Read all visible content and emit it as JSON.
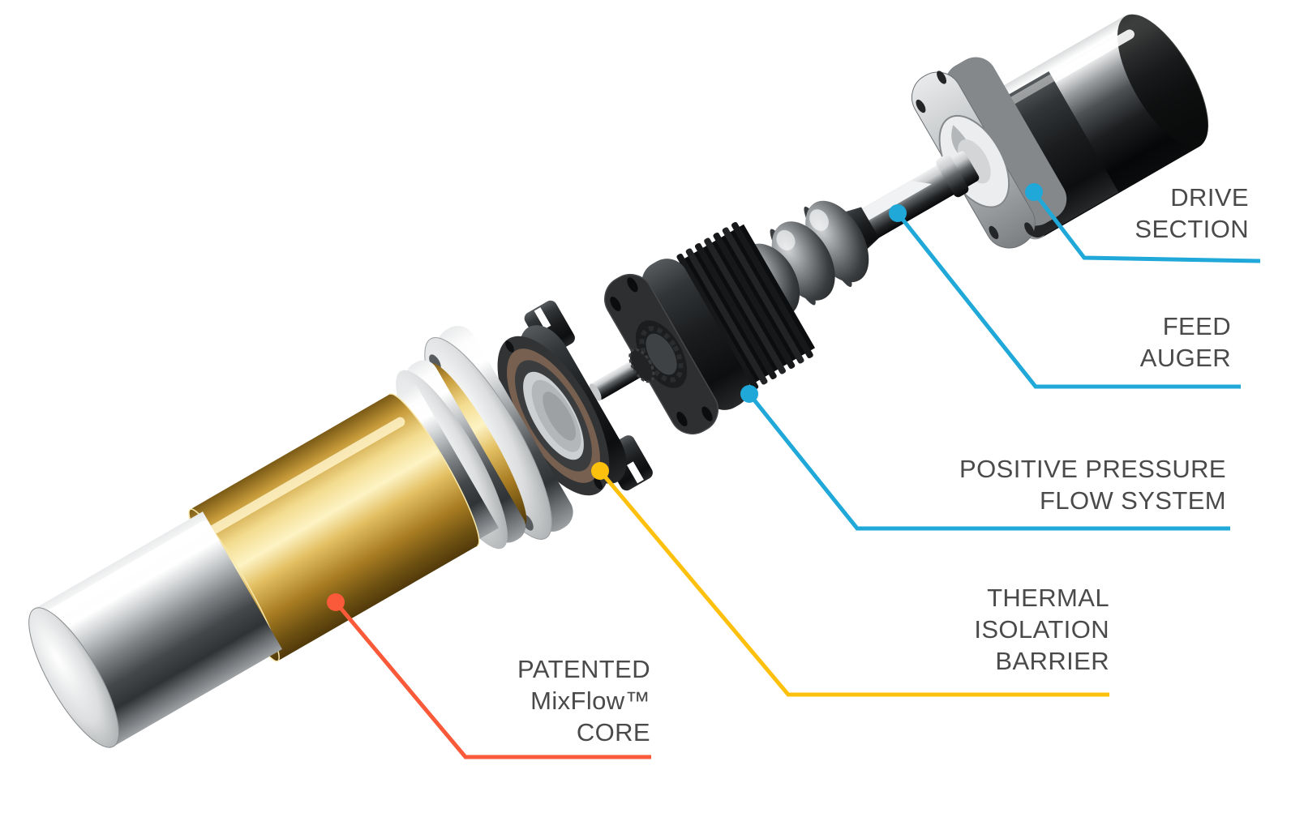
{
  "colors": {
    "background": "#FFFFFF",
    "label_text": "#4A4A4A",
    "accent_cyan": "#1FA8D8",
    "accent_amber": "#FDC10D",
    "accent_orange": "#FB5A3A",
    "brass": "#D9B45C"
  },
  "labels": {
    "drive_section": {
      "lines": [
        "DRIVE",
        "SECTION"
      ],
      "accent": "cyan"
    },
    "feed_auger": {
      "lines": [
        "FEED",
        "AUGER"
      ],
      "accent": "cyan"
    },
    "positive_pressure_flow_system": {
      "lines": [
        "POSITIVE PRESSURE",
        "FLOW SYSTEM"
      ],
      "accent": "cyan"
    },
    "thermal_isolation_barrier": {
      "lines": [
        "THERMAL",
        "ISOLATION",
        "BARRIER"
      ],
      "accent": "amber"
    },
    "patented_mixflow_core": {
      "lines": [
        "PATENTED",
        "MixFlow™",
        "CORE"
      ],
      "accent": "orange"
    }
  },
  "illustration": {
    "type": "exploded-3d-render",
    "parts": [
      "mixflow-core-cylinder",
      "core-mounting-flange",
      "thermal-isolation-ring",
      "drive-mount-block",
      "heat-sink-fins",
      "feed-auger-screw",
      "drive-shaft",
      "drive-gearbox-flange",
      "drive-motor-housing"
    ]
  }
}
